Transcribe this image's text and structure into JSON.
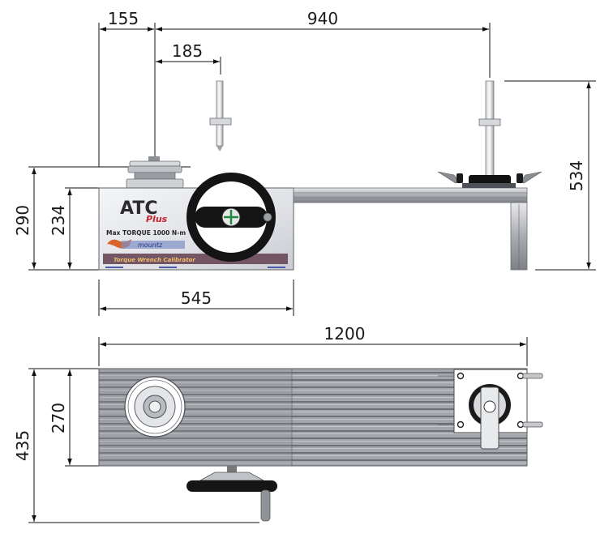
{
  "dimensions": {
    "top_offset": "155",
    "top_span": "940",
    "pin_offset": "185",
    "left_height_outer": "290",
    "left_height_inner": "234",
    "right_height": "534",
    "box_width": "545",
    "total_length": "1200",
    "plan_inner": "270",
    "plan_outer": "435"
  },
  "label": {
    "brand": "ATC",
    "brand_sub": "Plus",
    "capacity": "Max TORQUE 1000 N-m",
    "company": "mountz",
    "product": "Torque Wrench Calibrator"
  },
  "colors": {
    "line": "#111111",
    "frame": "#b9bbbf",
    "accent_red": "#c8232c",
    "accent_green": "#1f8a3b",
    "panel_blue": "#2e3d8f"
  }
}
